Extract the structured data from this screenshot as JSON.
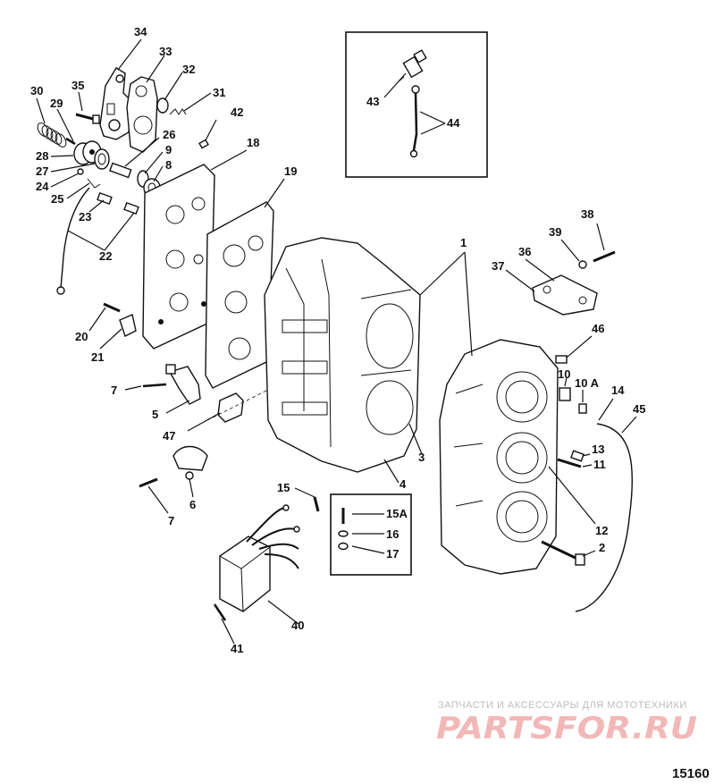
{
  "figure_id": "15160",
  "watermark": {
    "subtitle": "ЗАПЧАСТИ И АКСЕССУАРЫ ДЛЯ МОТОТЕХНИКИ",
    "logo": "PARTSFOR.RU"
  },
  "inset": {
    "callouts": [
      "43",
      "44"
    ]
  },
  "hardware_box": {
    "callouts": [
      "15A",
      "16",
      "17"
    ]
  },
  "callouts": [
    "1",
    "2",
    "3",
    "4",
    "5",
    "6",
    "7",
    "8",
    "9",
    "10",
    "10 A",
    "11",
    "12",
    "13",
    "14",
    "15",
    "18",
    "19",
    "20",
    "21",
    "22",
    "23",
    "24",
    "25",
    "26",
    "27",
    "28",
    "29",
    "30",
    "31",
    "32",
    "33",
    "34",
    "35",
    "36",
    "37",
    "38",
    "39",
    "40",
    "41",
    "42",
    "45",
    "46",
    "47"
  ]
}
